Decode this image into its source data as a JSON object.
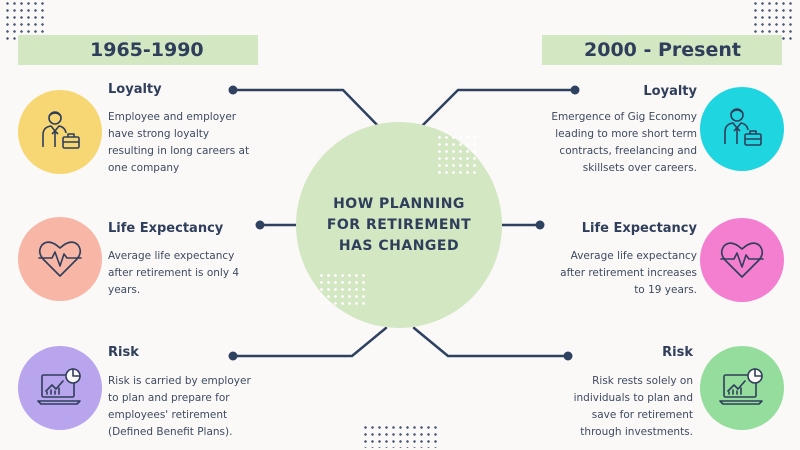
{
  "center": {
    "title": "HOW PLANNING FOR RETIREMENT HAS CHANGED"
  },
  "left": {
    "era": "1965-1990",
    "items": [
      {
        "title": "Loyalty",
        "text": "Employee and employer have strong loyalty resulting in long careers at one company",
        "icon": "employee-briefcase-icon",
        "color": "#f7d774"
      },
      {
        "title": "Life Expectancy",
        "text": "Average life expectancy after retirement is only 4 years.",
        "icon": "heartbeat-icon",
        "color": "#f7b6a6"
      },
      {
        "title": "Risk",
        "text": "Risk is carried by employer to plan and prepare for employees' retirement (Defined Benefit Plans).",
        "icon": "laptop-chart-icon",
        "color": "#b9a4ee"
      }
    ]
  },
  "right": {
    "era": "2000 - Present",
    "items": [
      {
        "title": "Loyalty",
        "text": "Emergence of Gig Economy leading to more short term contracts, freelancing and skillsets over careers.",
        "icon": "employee-briefcase-icon",
        "color": "#1fd6e0"
      },
      {
        "title": "Life Expectancy",
        "text": "Average life expectancy after retirement increases to 19 years.",
        "icon": "heartbeat-icon",
        "color": "#f47fd0"
      },
      {
        "title": "Risk",
        "text": "Risk rests solely on individuals to plan and save for retirement through investments.",
        "icon": "laptop-chart-icon",
        "color": "#95dd9d"
      }
    ]
  }
}
